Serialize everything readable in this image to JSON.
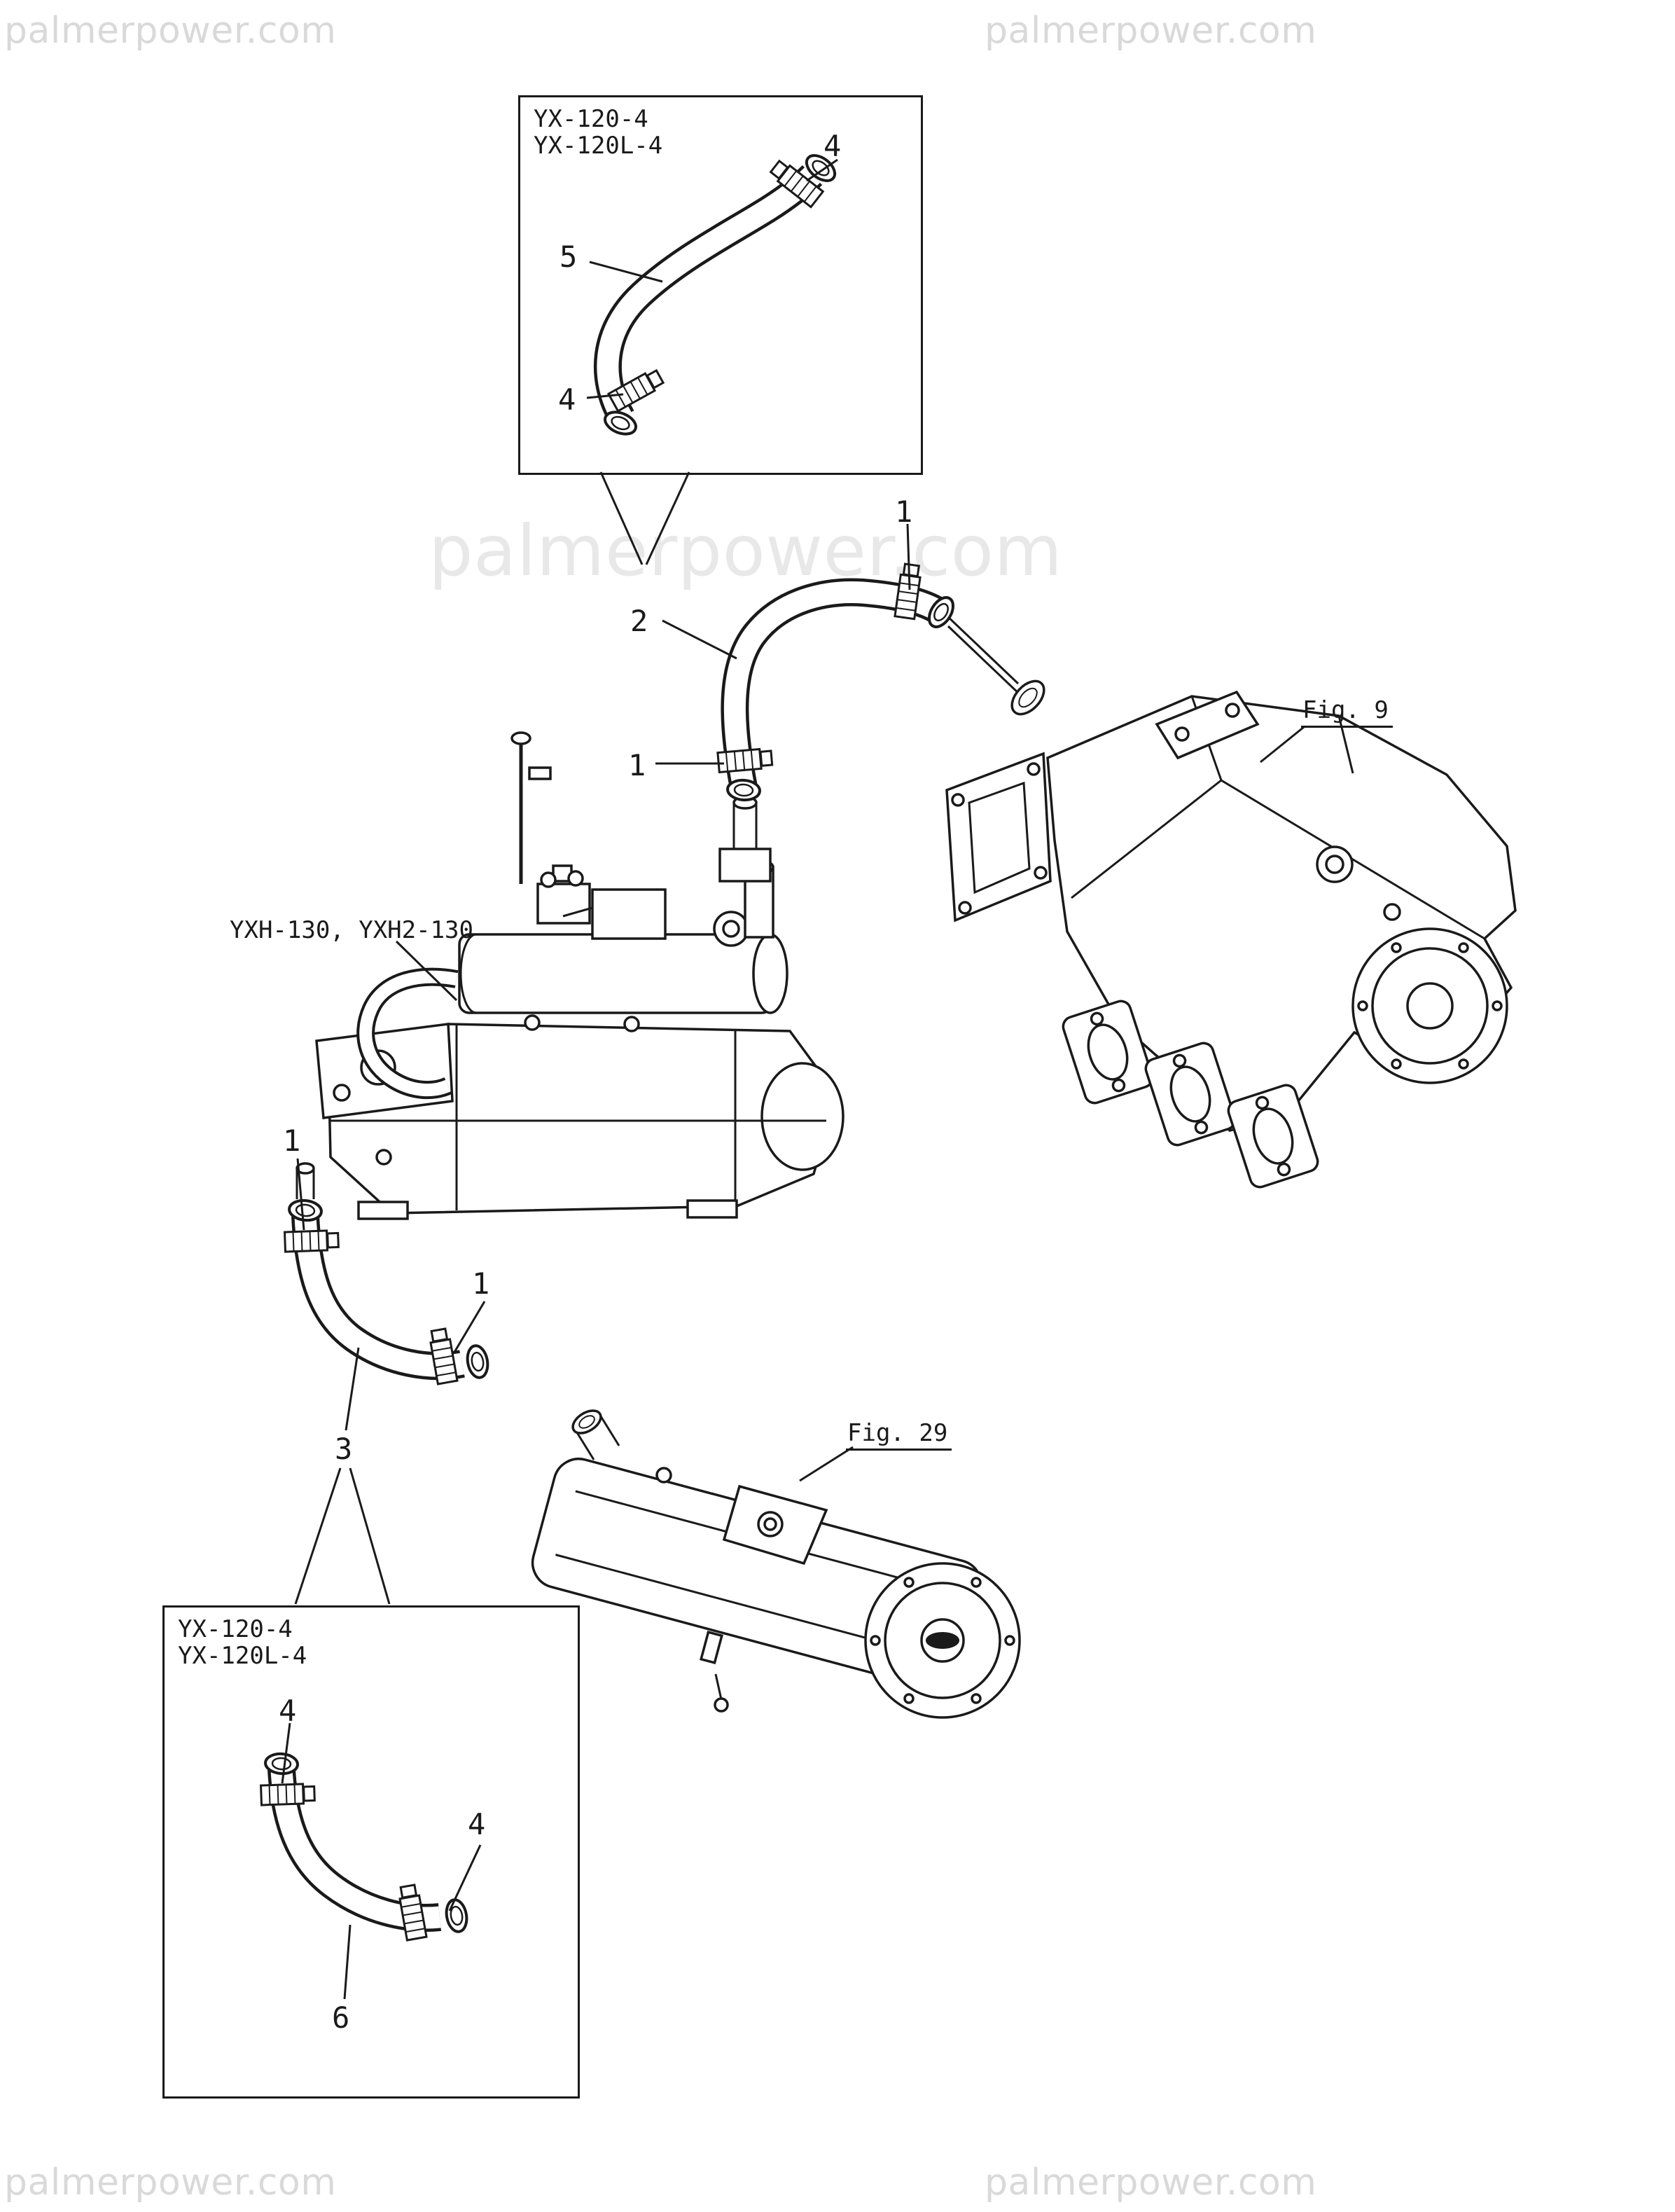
{
  "watermark": {
    "text": "palmerpower.com"
  },
  "colors": {
    "ink": "#1a1a1a",
    "watermark_corner": "#d9d9d9",
    "watermark_center": "#e8e8e8"
  },
  "boxes": {
    "top": {
      "models": [
        "YX-120-4",
        "YX-120L-4"
      ],
      "callouts": {
        "clamp_top": "4",
        "hose": "5",
        "clamp_bottom": "4"
      }
    },
    "bottom": {
      "models": [
        "YX-120-4",
        "YX-120L-4"
      ],
      "callouts": {
        "clamp_top": "4",
        "clamp_mid": "4",
        "hose": "6"
      }
    }
  },
  "callouts": {
    "upper_hose_clamp_right": "1",
    "upper_hose": "2",
    "upper_hose_clamp_left": "1",
    "lower_hose_clamp_top": "1",
    "lower_hose_clamp_mid": "1",
    "lower_hose": "3"
  },
  "figures": {
    "manifold": "Fig. 9",
    "cooler": "Fig. 29"
  },
  "assembly_label": "YXH-130, YXH2-130"
}
